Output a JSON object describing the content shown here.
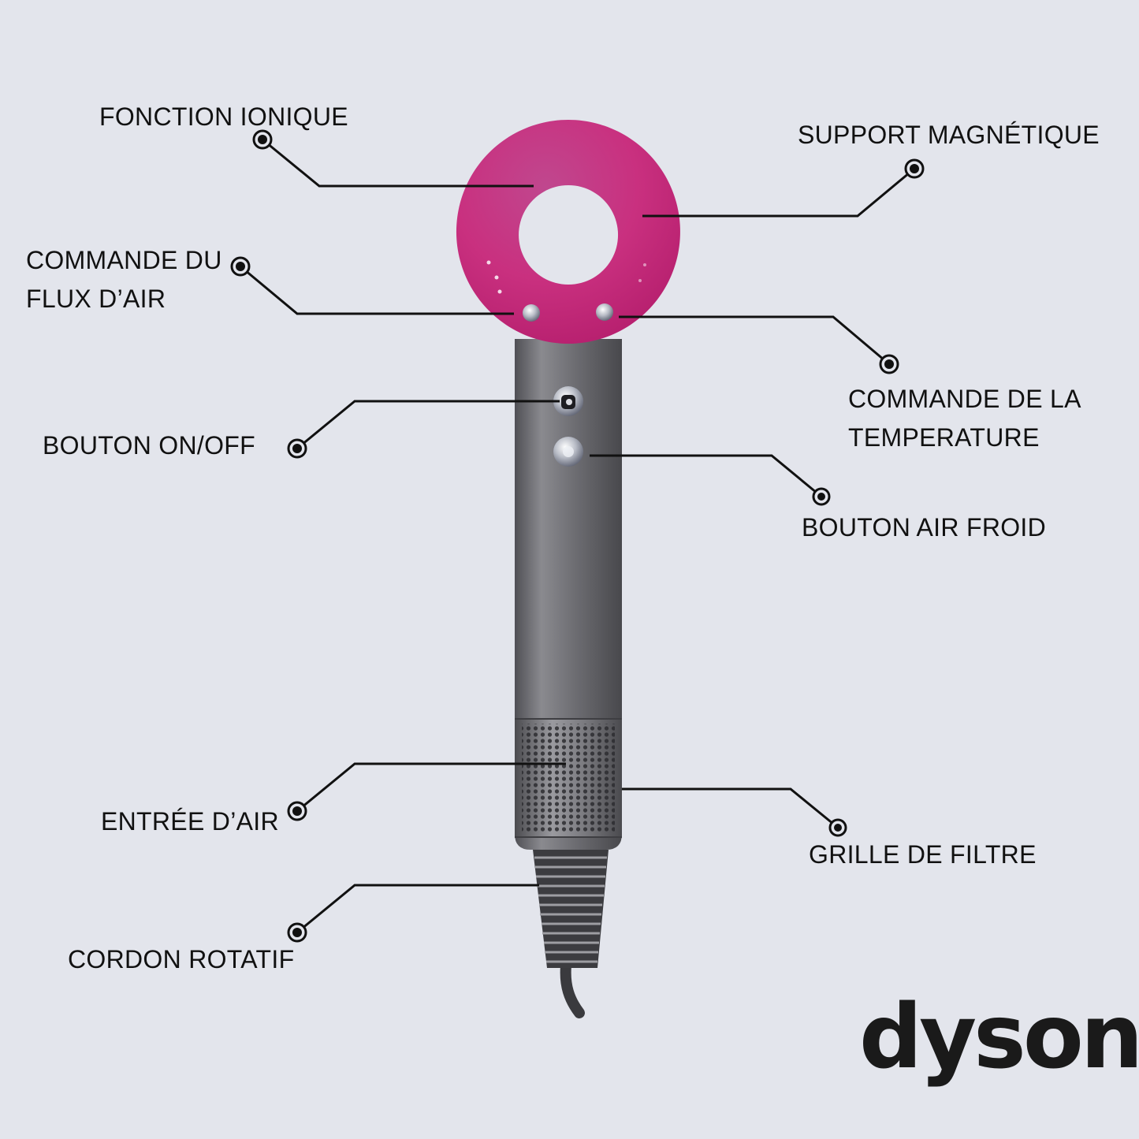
{
  "labels": {
    "fonction_ionique": "FONCTION IONIQUE",
    "support_magnetique": "SUPPORT MAGNÉTIQUE",
    "commande_flux_line1": "COMMANDE DU",
    "commande_flux_line2": "FLUX D’AIR",
    "commande_temp_line1": "COMMANDE DE LA",
    "commande_temp_line2": "TEMPERATURE",
    "bouton_on_off": "BOUTON ON/OFF",
    "bouton_air_froid": "BOUTON AIR FROID",
    "entree_air": "ENTRÉE D’AIR",
    "grille_filtre": "GRILLE DE FILTRE",
    "cordon_rotatif": "CORDON ROTATIF"
  },
  "brand": {
    "logo_text": "dyson"
  },
  "colors": {
    "background": "#e3e5ec",
    "fuchsia": "#c2307f",
    "iron": "#6f6f73",
    "leader_line": "#111111"
  }
}
